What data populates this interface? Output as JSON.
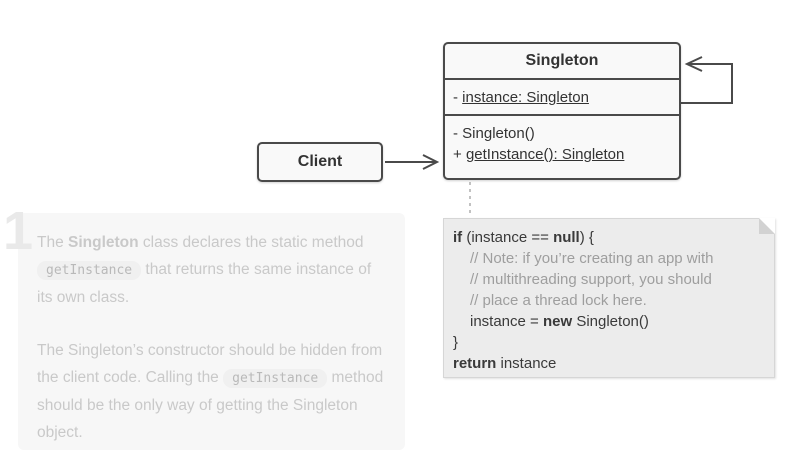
{
  "colors": {
    "background": "#ffffff",
    "box_border": "#4a4a4a",
    "box_fill": "#f9f9f9",
    "box_text": "#333333",
    "arrow": "#4a4a4a",
    "dash": "#c2c2c2",
    "note_fill": "#ececec",
    "note_border": "#d6d6d6",
    "note_text": "#3a3a3a",
    "note_comment": "#9e9e9e",
    "panel_fill": "#f7f7f7",
    "panel_text": "#c9c9c9",
    "step_number": "#e9e9e9",
    "pill_fill": "#f0f0f0",
    "pill_text": "#b9b9b9"
  },
  "uml": {
    "singleton": {
      "title": "Singleton",
      "attributes": [
        {
          "prefix": "- ",
          "text": "instance: Singleton",
          "underline": true
        }
      ],
      "methods": [
        {
          "prefix": "- ",
          "text": "Singleton()",
          "underline": false
        },
        {
          "prefix": "+ ",
          "text": "getInstance(): Singleton",
          "underline": true
        }
      ]
    },
    "client": {
      "title": "Client"
    }
  },
  "connectors": [
    {
      "name": "client-to-singleton-arrow",
      "type": "solid-open-arrow"
    },
    {
      "name": "singleton-self-reference-arrow",
      "type": "solid-open-arrow"
    },
    {
      "name": "note-dashed-connector",
      "type": "dashed"
    }
  ],
  "note": {
    "lines": [
      {
        "indent": 0,
        "comment": false,
        "segments": [
          {
            "t": "if",
            "b": true
          },
          {
            "t": " (instance == "
          },
          {
            "t": "null",
            "b": true
          },
          {
            "t": ") {"
          }
        ]
      },
      {
        "indent": 1,
        "comment": true,
        "segments": [
          {
            "t": "// Note: if you’re creating an app with"
          }
        ]
      },
      {
        "indent": 1,
        "comment": true,
        "segments": [
          {
            "t": "// multithreading support, you should"
          }
        ]
      },
      {
        "indent": 1,
        "comment": true,
        "segments": [
          {
            "t": "// place a thread lock here."
          }
        ]
      },
      {
        "indent": 1,
        "comment": false,
        "segments": [
          {
            "t": "instance = "
          },
          {
            "t": "new",
            "b": true
          },
          {
            "t": " Singleton()"
          }
        ]
      },
      {
        "indent": 0,
        "comment": false,
        "segments": [
          {
            "t": "}"
          }
        ]
      },
      {
        "indent": 0,
        "comment": false,
        "segments": [
          {
            "t": "return",
            "b": true
          },
          {
            "t": " instance"
          }
        ]
      }
    ]
  },
  "step": {
    "number": "1",
    "paragraphs": [
      {
        "segments": [
          {
            "t": "The "
          },
          {
            "t": "Singleton",
            "b": true
          },
          {
            "t": " class declares the static method "
          },
          {
            "t": "getInstance",
            "pill": true
          },
          {
            "t": " that returns the same instance of its own class."
          }
        ]
      },
      {
        "segments": [
          {
            "t": "The Singleton’s constructor should be hidden from the client code. Calling the "
          },
          {
            "t": "getInstance",
            "pill": true
          },
          {
            "t": " method should be the only way of getting the Singleton object."
          }
        ]
      }
    ]
  }
}
